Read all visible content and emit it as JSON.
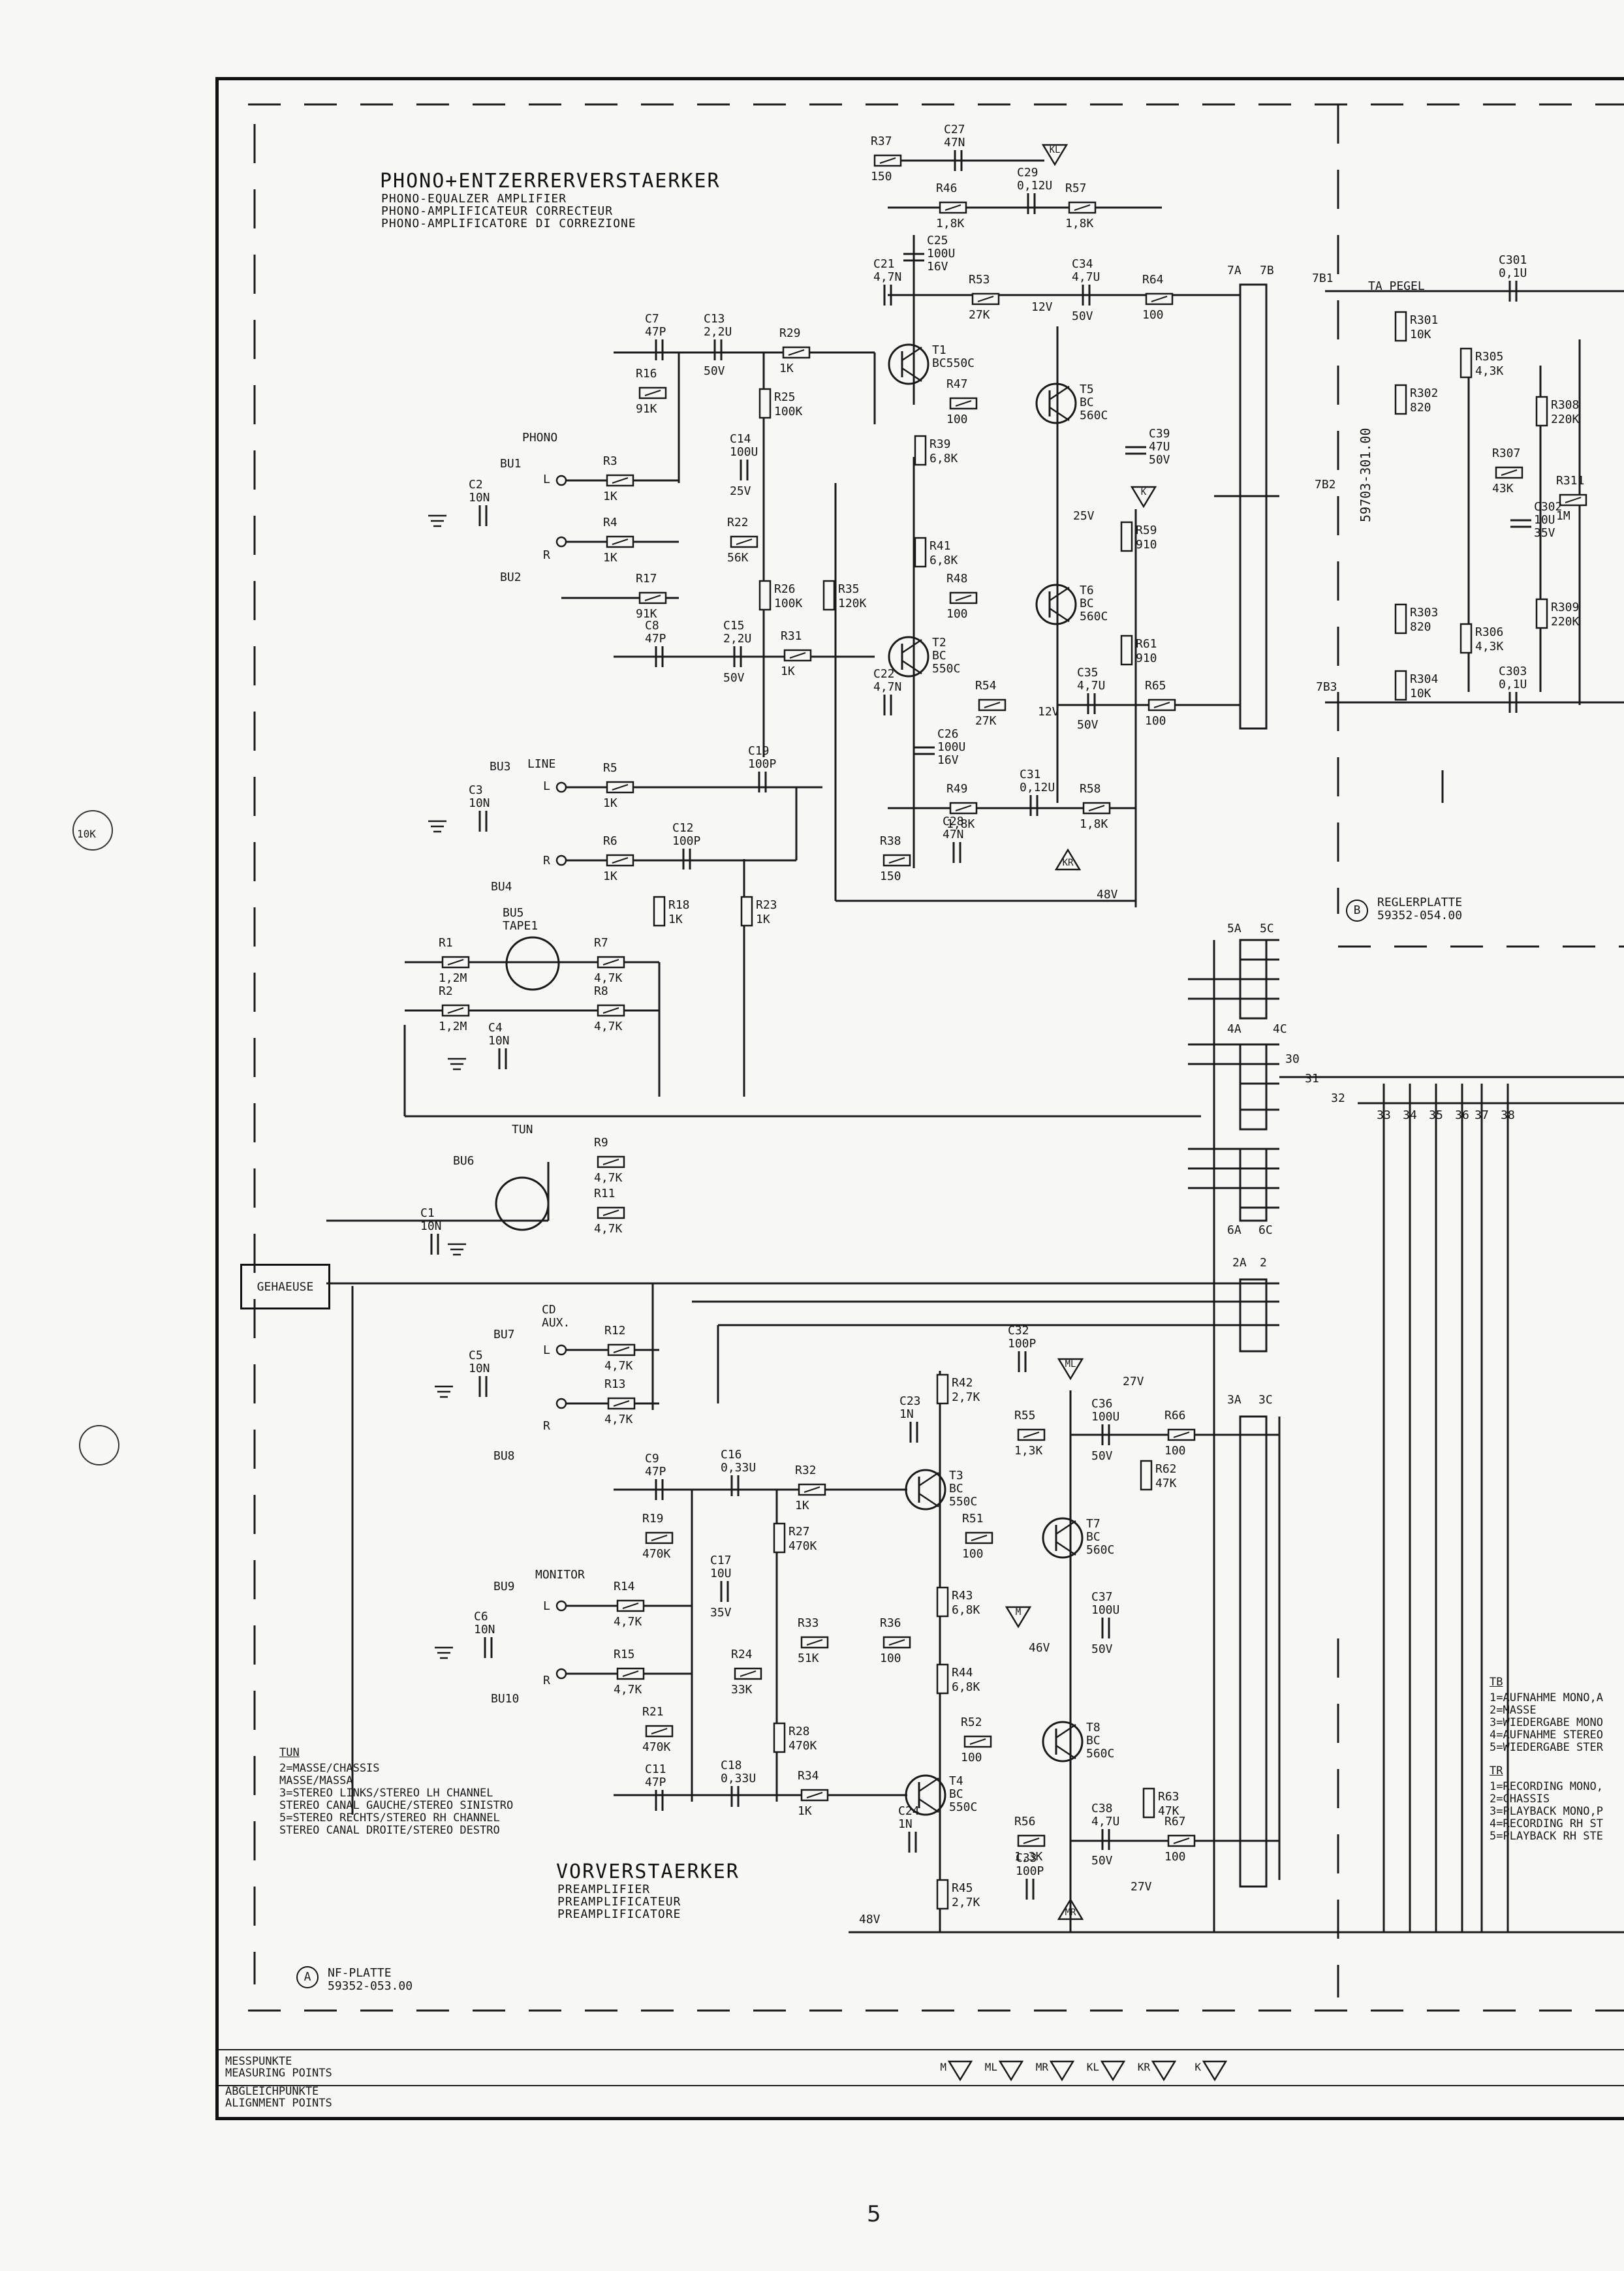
{
  "titles": {
    "phono_de": "PHONO+ENTZERRERVERSTAERKER",
    "phono_en": "PHONO-EQUALZER AMPLIFIER",
    "phono_fr": "PHONO-AMPLIFICATEUR CORRECTEUR",
    "phono_it": "PHONO-AMPLIFICATORE DI CORREZIONE",
    "pre_de": "VORVERSTAERKER",
    "pre_en": "PREAMPLIFIER",
    "pre_fr": "PREAMPLIFICATEUR",
    "pre_it": "PREAMPLIFICATORE"
  },
  "boards": {
    "nf_letter": "A",
    "nf_name": "NF-PLATTE",
    "nf_part": "59352-053.00",
    "regler_letter": "B",
    "regler_name": "REGLERPLATTE",
    "regler_part": "59352-054.00",
    "module_part": "59703-301.00",
    "tape_level": "TA PEGEL"
  },
  "connectors": {
    "bu1": "BU1",
    "bu2": "BU2",
    "bu3": "BU3",
    "bu4": "BU4",
    "bu5": "BU5",
    "bu6": "BU6",
    "bu7": "BU7",
    "bu8": "BU8",
    "bu9": "BU9",
    "bu10": "BU10",
    "phono": "PHONO",
    "line": "LINE",
    "tape1": "TAPE1",
    "tun": "TUN",
    "cd": "CD",
    "aux": "AUX.",
    "monitor": "MONITOR",
    "gehaeuse": "GEHAEUSE",
    "l": "L",
    "r": "R"
  },
  "components": [
    {
      "ref": "R37",
      "val": "150"
    },
    {
      "ref": "C27",
      "val": "47N"
    },
    {
      "ref": "C29",
      "val": "0,12U"
    },
    {
      "ref": "R46",
      "val": "1,8K"
    },
    {
      "ref": "R57",
      "val": "1,8K"
    },
    {
      "ref": "C25",
      "val": "100U 16V"
    },
    {
      "ref": "C21",
      "val": "4,7N"
    },
    {
      "ref": "R53",
      "val": "27K"
    },
    {
      "ref": "C34",
      "val": "4,7U 50V"
    },
    {
      "ref": "R64",
      "val": "100"
    },
    {
      "ref": "C7",
      "val": "47P"
    },
    {
      "ref": "C13",
      "val": "2,2U 50V"
    },
    {
      "ref": "R29",
      "val": "1K"
    },
    {
      "ref": "T1",
      "val": "BC550C"
    },
    {
      "ref": "R16",
      "val": "91K"
    },
    {
      "ref": "R25",
      "val": "100K"
    },
    {
      "ref": "R47",
      "val": "100"
    },
    {
      "ref": "T5",
      "val": "BC 560C"
    },
    {
      "ref": "R3",
      "val": "1K"
    },
    {
      "ref": "C14",
      "val": "100U 25V"
    },
    {
      "ref": "R39",
      "val": "6,8K"
    },
    {
      "ref": "C39",
      "val": "47U 50V"
    },
    {
      "ref": "C2",
      "val": "10N"
    },
    {
      "ref": "R4",
      "val": "1K"
    },
    {
      "ref": "R22",
      "val": "56K"
    },
    {
      "ref": "R59",
      "val": "910"
    },
    {
      "ref": "R41",
      "val": "6,8K"
    },
    {
      "ref": "R17",
      "val": "91K"
    },
    {
      "ref": "R26",
      "val": "100K"
    },
    {
      "ref": "R35",
      "val": "120K"
    },
    {
      "ref": "R48",
      "val": "100"
    },
    {
      "ref": "T6",
      "val": "BC 560C"
    },
    {
      "ref": "C8",
      "val": "47P"
    },
    {
      "ref": "C15",
      "val": "2,2U 50V"
    },
    {
      "ref": "R31",
      "val": "1K"
    },
    {
      "ref": "T2",
      "val": "BC 550C"
    },
    {
      "ref": "R61",
      "val": "910"
    },
    {
      "ref": "R54",
      "val": "27K"
    },
    {
      "ref": "C35",
      "val": "4,7U 50V"
    },
    {
      "ref": "R65",
      "val": "100"
    },
    {
      "ref": "C22",
      "val": "4,7N"
    },
    {
      "ref": "C26",
      "val": "100U 16V"
    },
    {
      "ref": "R5",
      "val": "1K"
    },
    {
      "ref": "C19",
      "val": "100P"
    },
    {
      "ref": "C3",
      "val": "10N"
    },
    {
      "ref": "R49",
      "val": "1,8K"
    },
    {
      "ref": "C31",
      "val": "0,12U"
    },
    {
      "ref": "R58",
      "val": "1,8K"
    },
    {
      "ref": "R6",
      "val": "1K"
    },
    {
      "ref": "C12",
      "val": "100P"
    },
    {
      "ref": "R38",
      "val": "150"
    },
    {
      "ref": "C28",
      "val": "47N"
    },
    {
      "ref": "R18",
      "val": "1K"
    },
    {
      "ref": "R23",
      "val": "1K"
    },
    {
      "ref": "R1",
      "val": "1,2M"
    },
    {
      "ref": "R7",
      "val": "4,7K"
    },
    {
      "ref": "R2",
      "val": "1,2M"
    },
    {
      "ref": "R8",
      "val": "4,7K"
    },
    {
      "ref": "C4",
      "val": "10N"
    },
    {
      "ref": "R9",
      "val": "4,7K"
    },
    {
      "ref": "R11",
      "val": "4,7K"
    },
    {
      "ref": "C1",
      "val": "10N"
    },
    {
      "ref": "R12",
      "val": "4,7K"
    },
    {
      "ref": "C5",
      "val": "10N"
    },
    {
      "ref": "R13",
      "val": "4,7K"
    },
    {
      "ref": "C9",
      "val": "47P"
    },
    {
      "ref": "C16",
      "val": "0,33U"
    },
    {
      "ref": "R32",
      "val": "1K"
    },
    {
      "ref": "R42",
      "val": "2,7K"
    },
    {
      "ref": "C32",
      "val": "100P"
    },
    {
      "ref": "C23",
      "val": "1N"
    },
    {
      "ref": "R55",
      "val": "1,3K"
    },
    {
      "ref": "C36",
      "val": "100U 50V"
    },
    {
      "ref": "R66",
      "val": "100"
    },
    {
      "ref": "T3",
      "val": "BC 550C"
    },
    {
      "ref": "R62",
      "val": "47K"
    },
    {
      "ref": "R19",
      "val": "470K"
    },
    {
      "ref": "R27",
      "val": "470K"
    },
    {
      "ref": "R51",
      "val": "100"
    },
    {
      "ref": "T7",
      "val": "BC 560C"
    },
    {
      "ref": "R14",
      "val": "4,7K"
    },
    {
      "ref": "C17",
      "val": "10U 35V"
    },
    {
      "ref": "R43",
      "val": "6,8K"
    },
    {
      "ref": "R33",
      "val": "51K"
    },
    {
      "ref": "R36",
      "val": "100"
    },
    {
      "ref": "C37",
      "val": "100U 50V"
    },
    {
      "ref": "C6",
      "val": "10N"
    },
    {
      "ref": "R15",
      "val": "4,7K"
    },
    {
      "ref": "R24",
      "val": "33K"
    },
    {
      "ref": "R44",
      "val": "6,8K"
    },
    {
      "ref": "R21",
      "val": "470K"
    },
    {
      "ref": "R28",
      "val": "470K"
    },
    {
      "ref": "R52",
      "val": "100"
    },
    {
      "ref": "T8",
      "val": "BC 560C"
    },
    {
      "ref": "C11",
      "val": "47P"
    },
    {
      "ref": "C18",
      "val": "0,33U"
    },
    {
      "ref": "R34",
      "val": "1K"
    },
    {
      "ref": "T4",
      "val": "BC 550C"
    },
    {
      "ref": "R63",
      "val": "47K"
    },
    {
      "ref": "R56",
      "val": "1,3K"
    },
    {
      "ref": "C38",
      "val": "4,7U 50V"
    },
    {
      "ref": "R67",
      "val": "100"
    },
    {
      "ref": "C24",
      "val": "1N"
    },
    {
      "ref": "R45",
      "val": "2,7K"
    },
    {
      "ref": "C33",
      "val": "100P"
    },
    {
      "ref": "C301",
      "val": "0,1U"
    },
    {
      "ref": "R301",
      "val": "10K"
    },
    {
      "ref": "R305",
      "val": "4,3K"
    },
    {
      "ref": "R302",
      "val": "820"
    },
    {
      "ref": "R308",
      "val": "220K"
    },
    {
      "ref": "R307",
      "val": "43K"
    },
    {
      "ref": "R311",
      "val": "1M"
    },
    {
      "ref": "C302",
      "val": "10U 35V"
    },
    {
      "ref": "R303",
      "val": "820"
    },
    {
      "ref": "R306",
      "val": "4,3K"
    },
    {
      "ref": "R309",
      "val": "220K"
    },
    {
      "ref": "R304",
      "val": "10K"
    },
    {
      "ref": "C303",
      "val": "0,1U"
    }
  ],
  "voltages": {
    "v12a": "12V",
    "v12b": "12V",
    "v25": "25V",
    "v48a": "48V",
    "v27a": "27V",
    "v46": "46V",
    "v27b": "27V",
    "v48b": "48V"
  },
  "test_points": {
    "kl": "KL",
    "kr": "KR",
    "ml": "ML",
    "m": "M",
    "mr": "MR",
    "k": "K"
  },
  "terminals": {
    "t7a": "7A",
    "t7b": "7B",
    "tb1": "7B1",
    "tb2": "7B2",
    "tb3": "7B3",
    "t5a": "5A",
    "t5c": "5C",
    "t4a": "4A",
    "t4c": "4C",
    "t6a": "6A",
    "t6c": "6C",
    "t2a": "2A",
    "t2": "2",
    "t3a": "3A",
    "t3c": "3C",
    "bus": [
      "30",
      "31",
      "32",
      "33",
      "34",
      "35",
      "36",
      "37",
      "38"
    ]
  },
  "tun_notes": {
    "heading": "TUN",
    "lines": [
      "2=MASSE/CHASSIS",
      "MASSE/MASSA",
      "3=STEREO LINKS/STEREO LH CHANNEL",
      "STEREO CANAL GAUCHE/STEREO SINISTRO",
      "5=STEREO RECHTS/STEREO RH CHANNEL",
      "STEREO CANAL DROITE/STEREO DESTRO"
    ]
  },
  "tb_notes": {
    "heading": "TB",
    "lines": [
      "1=AUFNAHME MONO,A",
      "2=MASSE",
      "3=WIEDERGABE MONO",
      "4=AUFNAHME STEREO",
      "5=WIEDERGABE STER"
    ]
  },
  "tr_notes": {
    "heading": "TR",
    "lines": [
      "1=RECORDING MONO,",
      "2=CHASSIS",
      "3=PLAYBACK MONO,P",
      "4=RECORDING RH ST",
      "5=PLAYBACK RH STE"
    ]
  },
  "legend": {
    "measure_de": "MESSPUNKTE",
    "measure_en": "MEASURING POINTS",
    "align_de": "ABGLEICHPUNKTE",
    "align_en": "ALIGNMENT POINTS",
    "symbols": [
      "M",
      "ML",
      "MR",
      "KL",
      "KR",
      "K"
    ]
  },
  "side_marks": {
    "upper": "10K"
  },
  "page_number": "5"
}
